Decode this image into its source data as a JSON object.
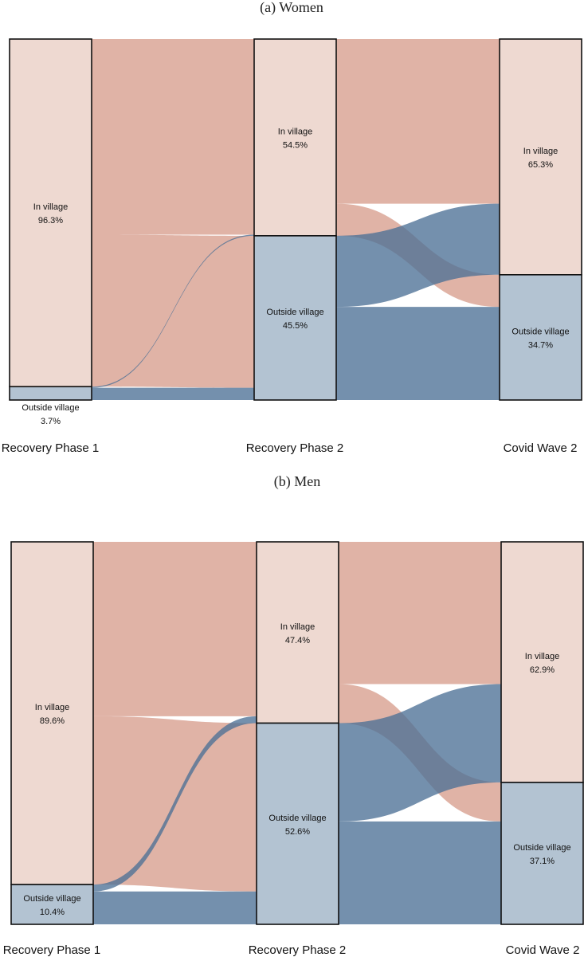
{
  "colors": {
    "in_node": "#eed9d1",
    "out_node": "#b3c3d2",
    "in_flow": "#dba696",
    "out_flow": "#4d7196",
    "node_stroke": "#111111"
  },
  "chart_data": [
    {
      "type": "sankey",
      "title": "(a) Women",
      "stages": [
        "Recovery Phase 1",
        "Recovery Phase 2",
        "Covid Wave 2"
      ],
      "nodes": [
        [
          {
            "category": "in",
            "label": "In village",
            "value_label": "96.3%",
            "value": 96.3
          },
          {
            "category": "out",
            "label": "Outside village",
            "value_label": "3.7%",
            "value": 3.7
          }
        ],
        [
          {
            "category": "in",
            "label": "In village",
            "value_label": "54.5%",
            "value": 54.5
          },
          {
            "category": "out",
            "label": "Outside village",
            "value_label": "45.5%",
            "value": 45.5
          }
        ],
        [
          {
            "category": "in",
            "label": "In village",
            "value_label": "65.3%",
            "value": 65.3
          },
          {
            "category": "out",
            "label": "Outside village",
            "value_label": "34.7%",
            "value": 34.7
          }
        ]
      ],
      "flows": [
        [
          {
            "from": "in",
            "to": "in",
            "value": 54.2
          },
          {
            "from": "in",
            "to": "out",
            "value": 42.1
          },
          {
            "from": "out",
            "to": "in",
            "value": 0.3
          },
          {
            "from": "out",
            "to": "out",
            "value": 3.4
          }
        ],
        [
          {
            "from": "in",
            "to": "in",
            "value": 45.6
          },
          {
            "from": "in",
            "to": "out",
            "value": 8.9
          },
          {
            "from": "out",
            "to": "in",
            "value": 19.7
          },
          {
            "from": "out",
            "to": "out",
            "value": 25.8
          }
        ]
      ]
    },
    {
      "type": "sankey",
      "title": "(b) Men",
      "stages": [
        "Recovery Phase 1",
        "Recovery Phase 2",
        "Covid Wave 2"
      ],
      "nodes": [
        [
          {
            "category": "in",
            "label": "In village",
            "value_label": "89.6%",
            "value": 89.6
          },
          {
            "category": "out",
            "label": "Outside village",
            "value_label": "10.4%",
            "value": 10.4
          }
        ],
        [
          {
            "category": "in",
            "label": "In village",
            "value_label": "47.4%",
            "value": 47.4
          },
          {
            "category": "out",
            "label": "Outside village",
            "value_label": "52.6%",
            "value": 52.6
          }
        ],
        [
          {
            "category": "in",
            "label": "In village",
            "value_label": "62.9%",
            "value": 62.9
          },
          {
            "category": "out",
            "label": "Outside village",
            "value_label": "37.1%",
            "value": 37.1
          }
        ]
      ],
      "flows": [
        [
          {
            "from": "in",
            "to": "in",
            "value": 45.6
          },
          {
            "from": "in",
            "to": "out",
            "value": 44.0
          },
          {
            "from": "out",
            "to": "in",
            "value": 1.8
          },
          {
            "from": "out",
            "to": "out",
            "value": 8.6
          }
        ],
        [
          {
            "from": "in",
            "to": "in",
            "value": 37.2
          },
          {
            "from": "in",
            "to": "out",
            "value": 10.2
          },
          {
            "from": "out",
            "to": "in",
            "value": 25.7
          },
          {
            "from": "out",
            "to": "out",
            "value": 26.9
          }
        ]
      ]
    }
  ]
}
